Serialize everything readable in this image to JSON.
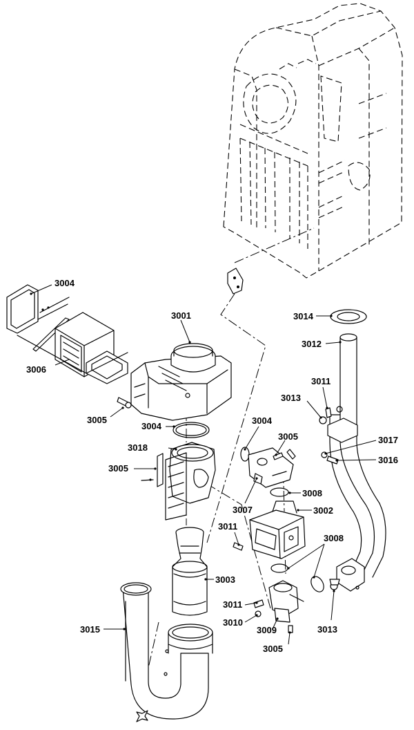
{
  "callouts": {
    "c3001": "3001",
    "c3002": "3002",
    "c3003": "3003",
    "c3004_top": "3004",
    "c3004_mid": "3004",
    "c3004_right": "3004",
    "c3005_left": "3005",
    "c3005_mid": "3005",
    "c3005_right": "3005",
    "c3005_bottom": "3005",
    "c3006": "3006",
    "c3007": "3007",
    "c3008_top": "3008",
    "c3008_bottom": "3008",
    "c3009": "3009",
    "c3010": "3010",
    "c3011_top": "3011",
    "c3011_mid": "3011",
    "c3011_bottom": "3011",
    "c3012": "3012",
    "c3013_top": "3013",
    "c3013_bottom": "3013",
    "c3014": "3014",
    "c3015": "3015",
    "c3016": "3016",
    "c3017": "3017",
    "c3018": "3018"
  }
}
